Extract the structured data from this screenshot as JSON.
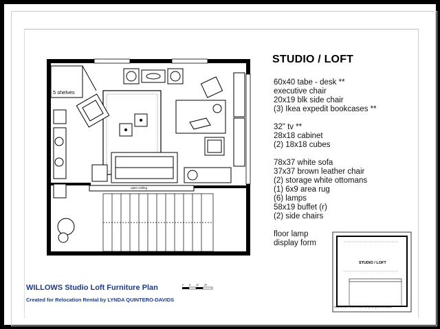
{
  "title": "STUDIO / LOFT",
  "legend": [
    {
      "text": "60x40 tabe - desk **",
      "bold": true
    },
    {
      "text": "executive chair",
      "bold": false
    },
    {
      "text": "20x19 blk side chair",
      "bold": false
    },
    {
      "text": "(3) Ikea expedit bookcases **",
      "bold": true
    },
    {
      "text": "",
      "bold": false
    },
    {
      "text": "32\" tv **",
      "bold": true
    },
    {
      "text": "28x18 cabinet",
      "bold": false
    },
    {
      "text": "(2) 18x18 cubes",
      "bold": false
    },
    {
      "text": "",
      "bold": false
    },
    {
      "text": "78x37 white sofa",
      "bold": false
    },
    {
      "text": "37x37 brown leather chair",
      "bold": false
    },
    {
      "text": "(2) storage white ottomans",
      "bold": false
    },
    {
      "text": "(1) 6x9 area rug",
      "bold": false
    },
    {
      "text": "(6) lamps",
      "bold": false
    },
    {
      "text": "58x19 buffet (r)",
      "bold": false
    },
    {
      "text": "(2) side chairs",
      "bold": false
    },
    {
      "text": "",
      "bold": false
    },
    {
      "text": "floor lamp",
      "bold": false
    },
    {
      "text": "display form",
      "bold": false
    }
  ],
  "plan": {
    "shelves_label": "5 shelves",
    "ceiling_label": "open ceiling"
  },
  "thumbnail": {
    "title": "STUDIO / LOFT",
    "note": "DIMENSION PLAN created by Lynda Quintero-Davids"
  },
  "footer": {
    "title": "WILLOWS Studio Loft Furniture Plan",
    "credit": "Created for Relocation Rental by LYNDA QUINTERO-DAVIDS"
  },
  "scale_bar": {
    "ticks": [
      "0",
      "5",
      "10",
      "20"
    ]
  }
}
